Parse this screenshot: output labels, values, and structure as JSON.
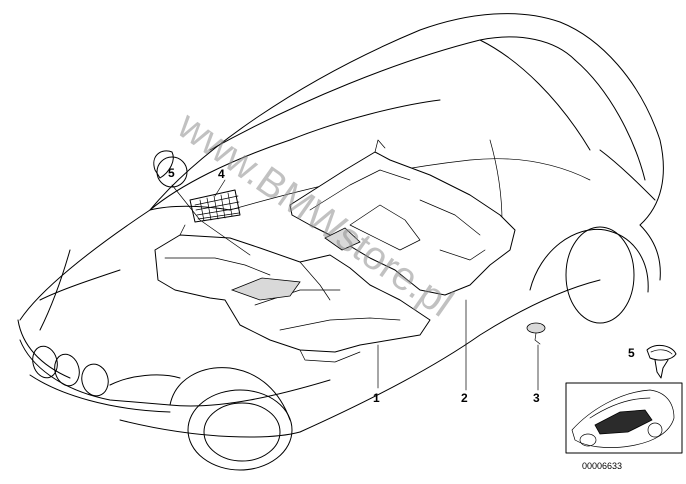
{
  "callouts": {
    "carpet_front": "1",
    "carpet_rear": "2",
    "clip": "3",
    "net": "4",
    "mirror_label": "5",
    "inset_label": "5"
  },
  "watermark": "www.BMWstore.pl",
  "diagram_number": "00006633",
  "colors": {
    "line": "#000000",
    "shade": "#d9d9d9",
    "watermark": "#8f8f8f"
  }
}
